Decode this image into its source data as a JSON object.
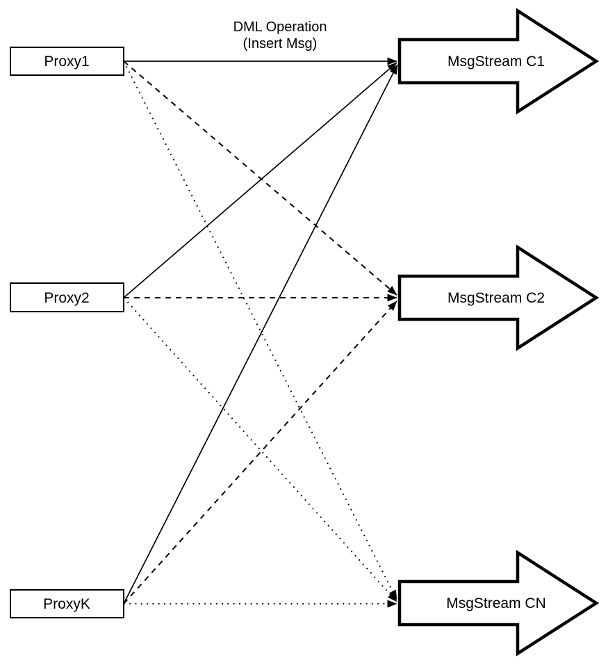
{
  "diagram": {
    "edge_label": {
      "line1": "DML Operation",
      "line2": "(Insert Msg)"
    },
    "proxies": [
      {
        "label": "Proxy1"
      },
      {
        "label": "Proxy2"
      },
      {
        "label": "ProxyK"
      }
    ],
    "streams": [
      {
        "label": "MsgStream C1"
      },
      {
        "label": "MsgStream C2"
      },
      {
        "label": "MsgStream CN"
      }
    ],
    "edges": [
      {
        "from": "Proxy1",
        "to": "MsgStream C1",
        "style": "solid",
        "label": "DML Operation (Insert Msg)"
      },
      {
        "from": "Proxy1",
        "to": "MsgStream C2",
        "style": "dashed",
        "label": ""
      },
      {
        "from": "Proxy1",
        "to": "MsgStream CN",
        "style": "dotted",
        "label": ""
      },
      {
        "from": "Proxy2",
        "to": "MsgStream C1",
        "style": "solid",
        "label": ""
      },
      {
        "from": "Proxy2",
        "to": "MsgStream C2",
        "style": "dashed",
        "label": ""
      },
      {
        "from": "Proxy2",
        "to": "MsgStream CN",
        "style": "dotted",
        "label": ""
      },
      {
        "from": "ProxyK",
        "to": "MsgStream C1",
        "style": "solid",
        "label": ""
      },
      {
        "from": "ProxyK",
        "to": "MsgStream C2",
        "style": "dashed",
        "label": ""
      },
      {
        "from": "ProxyK",
        "to": "MsgStream CN",
        "style": "dotted",
        "label": ""
      }
    ],
    "colors": {
      "stroke": "#000000",
      "fill": "#ffffff",
      "background": "#ffffff"
    }
  }
}
